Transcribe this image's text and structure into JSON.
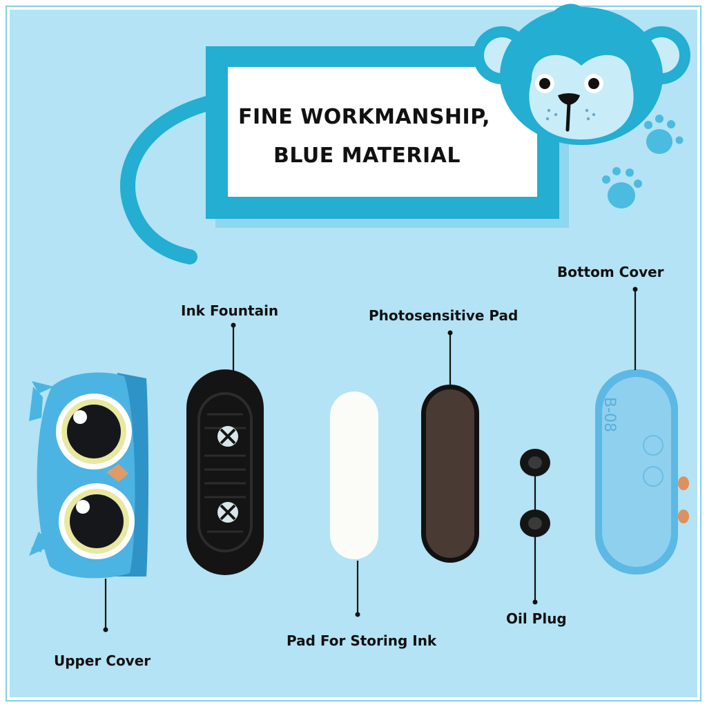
{
  "headline": {
    "line1": "FINE WORKMANSHIP,",
    "line2": "BLUE MATERIAL"
  },
  "parts": {
    "upper_cover": "Upper Cover",
    "ink_fountain": "Ink Fountain",
    "pad_for_storing_ink": "Pad For Storing Ink",
    "photosensitive_pad": "Photosensitive Pad",
    "oil_plug": "Oil Plug",
    "bottom_cover": "Bottom Cover"
  },
  "bottom_cover_marking": "B-08",
  "colors": {
    "background": "#b3e3f4",
    "accent_blue": "#23aed2",
    "banner_shadow": "#8fd6ee",
    "owl_blue": "#4bb4e3",
    "dark": "#111111"
  }
}
